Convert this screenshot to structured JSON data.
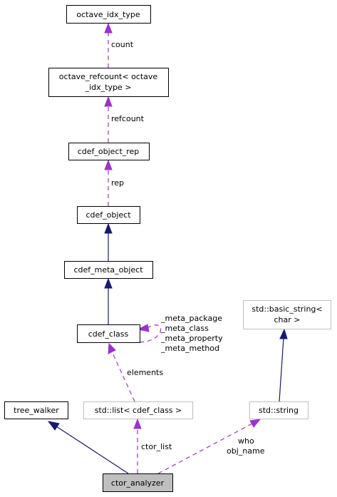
{
  "nodes": {
    "octave_idx_type": "octave_idx_type",
    "octave_refcount_line1": "octave_refcount< octave",
    "octave_refcount_line2": "_idx_type >",
    "cdef_object_rep": "cdef_object_rep",
    "cdef_object": "cdef_object",
    "cdef_meta_object": "cdef_meta_object",
    "cdef_class": "cdef_class",
    "std_basic_string_line1": "std::basic_string<",
    "std_basic_string_line2": "char >",
    "tree_walker": "tree_walker",
    "std_list": "std::list< cdef_class >",
    "std_string": "std::string",
    "ctor_analyzer": "ctor_analyzer"
  },
  "edge_labels": {
    "count": "count",
    "refcount": "refcount",
    "rep": "rep",
    "self_meta_package": "_meta_package",
    "self_meta_class": "_meta_class",
    "self_meta_property": "_meta_property",
    "self_meta_method": "_meta_method",
    "elements": "elements",
    "ctor_list": "ctor_list",
    "who": "who",
    "obj_name": "obj_name"
  },
  "colors": {
    "inheritance_edge": "#191970",
    "usage_edge": "#9a32cd",
    "focus_node_fill": "#bfbfbf",
    "external_node_border": "#bfbfbf"
  }
}
